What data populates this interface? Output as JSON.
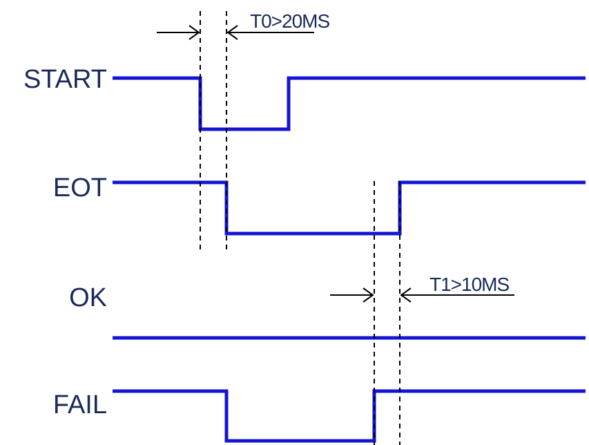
{
  "colors": {
    "wave": "#1414d2",
    "text": "#1a2a5a",
    "guide": "#000000"
  },
  "signals": [
    {
      "key": "start",
      "label": "START"
    },
    {
      "key": "eot",
      "label": "EOT"
    },
    {
      "key": "ok",
      "label": "OK"
    },
    {
      "key": "fail",
      "label": "FAIL"
    }
  ],
  "annotations": {
    "t0": "T0>20MS",
    "t1": "T1>10MS"
  }
}
